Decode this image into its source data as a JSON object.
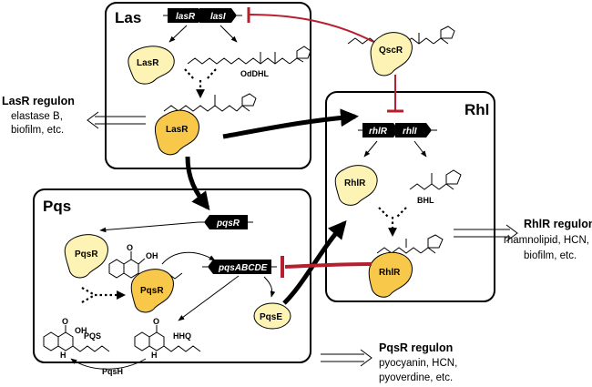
{
  "panels": {
    "las": "Las",
    "rhl": "Rhl",
    "pqs": "Pqs"
  },
  "genes": {
    "lasR": "lasR",
    "lasI": "lasI",
    "rhlR": "rhlR",
    "rhlI": "rhlI",
    "pqsR": "pqsR",
    "pqsABCDE": "pqsABCDE"
  },
  "proteins": {
    "LasR": "LasR",
    "QscR": "QscR",
    "RhlR": "RhlR",
    "PqsR": "PqsR",
    "PqsE": "PqsE",
    "PqsH": "PqsH"
  },
  "molecules": {
    "OdDHL": "OdDHL",
    "BHL": "BHL",
    "PQS": "PQS",
    "HHQ": "HHQ"
  },
  "regulons": {
    "lasr": {
      "title": "LasR regulon",
      "line1": "elastase B,",
      "line2": "biofilm, etc."
    },
    "rhlr": {
      "title": "RhlR regulon",
      "line1": "rhamnolipid, HCN,",
      "line2": "biofilm, etc."
    },
    "pqsr": {
      "title": "PqsR regulon",
      "line1": "pyocyanin, HCN,",
      "line2": "pyoverdine, etc."
    }
  },
  "colors": {
    "inhibition": "#b6202e",
    "protein_free": "#fdf3b5",
    "protein_bound": "#f8c84a"
  }
}
